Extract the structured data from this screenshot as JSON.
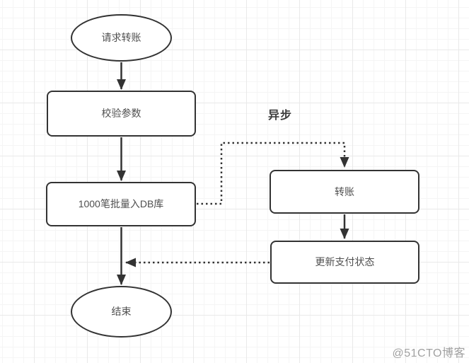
{
  "diagram": {
    "title_hint": "transfer-flowchart",
    "nodes": [
      {
        "id": "start",
        "type": "ellipse",
        "label": "请求转账"
      },
      {
        "id": "validate-params",
        "type": "process",
        "label": "校验参数"
      },
      {
        "id": "batch-insert-db",
        "type": "process",
        "label": "1000笔批量入DB库"
      },
      {
        "id": "transfer",
        "type": "process",
        "label": "转账"
      },
      {
        "id": "update-payment-status",
        "type": "process",
        "label": "更新支付状态"
      },
      {
        "id": "end",
        "type": "ellipse",
        "label": "结束"
      }
    ],
    "edges": [
      {
        "from": "start",
        "to": "validate-params",
        "style": "solid"
      },
      {
        "from": "validate-params",
        "to": "batch-insert-db",
        "style": "solid"
      },
      {
        "from": "batch-insert-db",
        "to": "end",
        "style": "solid"
      },
      {
        "from": "batch-insert-db",
        "to": "transfer",
        "style": "dotted",
        "label": "异步"
      },
      {
        "from": "transfer",
        "to": "update-payment-status",
        "style": "solid"
      },
      {
        "from": "update-payment-status",
        "to": "main-flow-line",
        "style": "dotted"
      }
    ],
    "annotation": "异步",
    "colors": {
      "stroke": "#333333",
      "node_fill": "#ffffff",
      "text": "#4f4f4f",
      "grid_major": "#e9e9e9",
      "grid_minor": "#f5f5f5"
    }
  },
  "watermark": {
    "text": "@51CTO博客"
  }
}
